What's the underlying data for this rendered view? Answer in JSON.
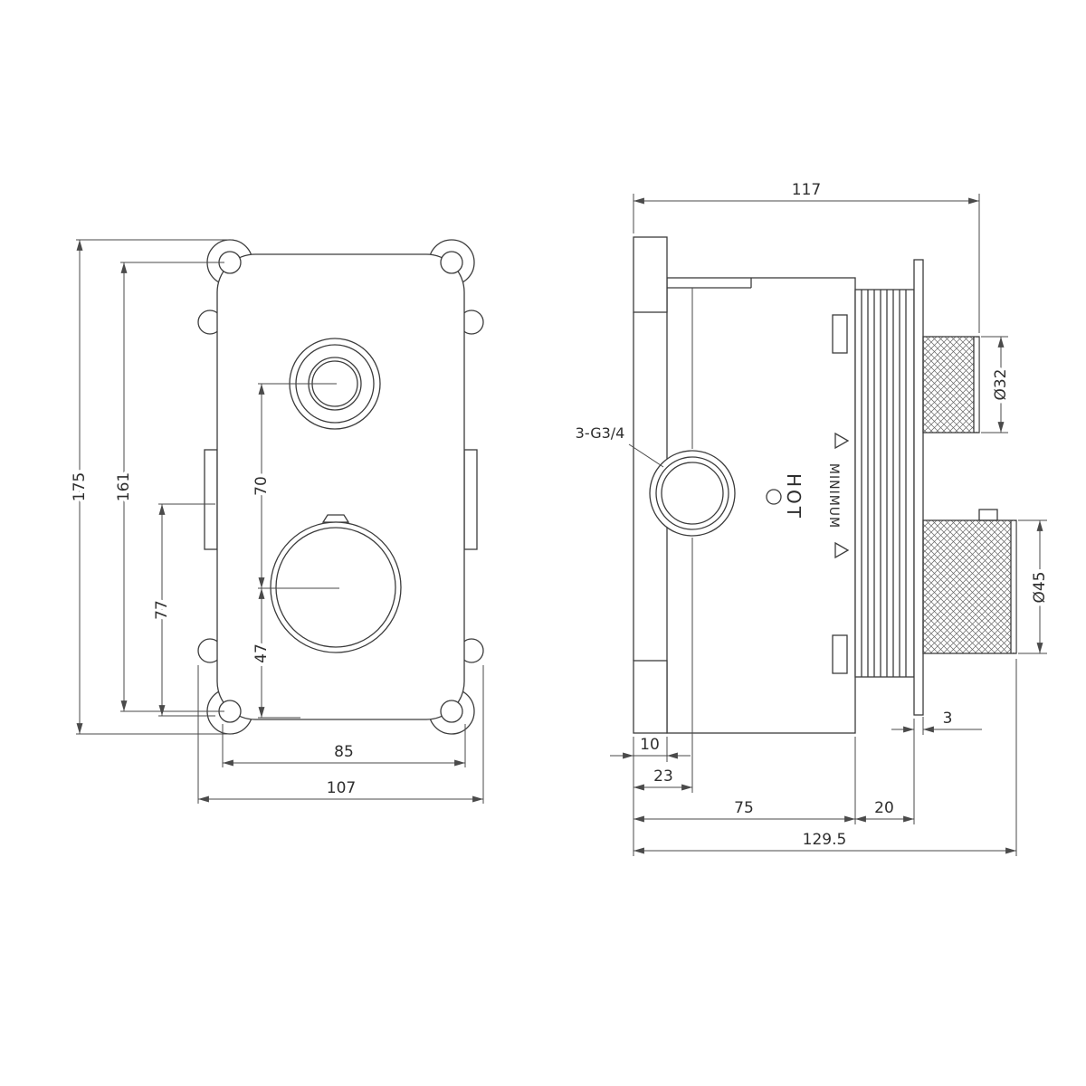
{
  "page": {
    "background": "#ffffff",
    "line_color": "#3c3c3c"
  },
  "front_view": {
    "dimensions": {
      "overall_height": "175",
      "mounting_height": "161",
      "tab_to_bottom": "77",
      "knob_spacing": "70",
      "knob_to_bottom": "47",
      "mounting_width": "85",
      "overall_width": "107"
    }
  },
  "side_view": {
    "dimensions": {
      "body_width": "117",
      "top_knob_diameter": "Ø32",
      "bottom_knob_diameter": "Ø45",
      "inlet_thread": "3-G3/4",
      "plate_thickness": "3",
      "flange_depth": "10",
      "inlet_offset": "23",
      "body_depth": "75",
      "rib_depth": "20",
      "overall_depth": "129.5"
    },
    "labels": {
      "hot": "HOT",
      "minimum": "MINIMUM"
    }
  }
}
